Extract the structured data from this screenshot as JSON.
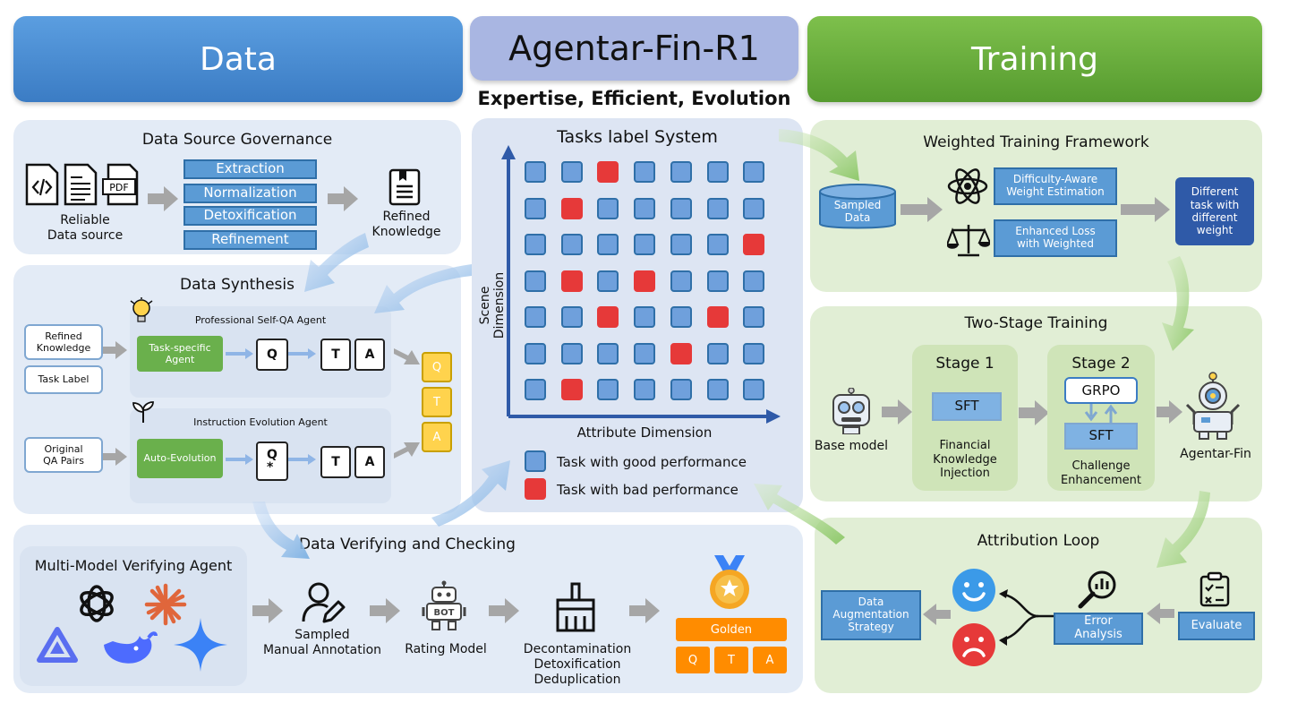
{
  "header": {
    "data": "Data",
    "main_title": "Agentar-Fin-R1",
    "tagline": "Expertise, Efficient, Evolution",
    "training": "Training"
  },
  "governance": {
    "title": "Data Source Governance",
    "source_label": "Reliable\nData source",
    "pdf": "PDF",
    "steps": [
      "Extraction",
      "Normalization",
      "Detoxification",
      "Refinement"
    ],
    "output_label": "Refined\nKnowledge"
  },
  "synthesis": {
    "title": "Data Synthesis",
    "inputs1": [
      "Refined\nKnowledge",
      "Task Label"
    ],
    "agent1_title": "Professional Self-QA Agent",
    "agent1_box": "Task-specific\nAgent",
    "q": "Q",
    "q_star": "Q\n*",
    "t": "T",
    "a": "A",
    "input2": "Original\nQA Pairs",
    "agent2_title": "Instruction Evolution Agent",
    "agent2_box": "Auto-Evolution",
    "stack": [
      "Q",
      "T",
      "A"
    ]
  },
  "tasks": {
    "title": "Tasks label System",
    "y_axis": "Scene Dimension",
    "x_axis": "Attribute Dimension",
    "legend_good": "Task with good performance",
    "legend_bad": "Task with bad performance",
    "grid": [
      [
        0,
        0,
        1,
        0,
        0,
        0,
        0
      ],
      [
        0,
        1,
        0,
        0,
        0,
        0,
        0
      ],
      [
        0,
        0,
        0,
        0,
        0,
        0,
        1
      ],
      [
        0,
        1,
        0,
        1,
        0,
        0,
        0
      ],
      [
        0,
        0,
        1,
        0,
        0,
        1,
        0
      ],
      [
        0,
        0,
        0,
        0,
        1,
        0,
        0
      ],
      [
        0,
        1,
        0,
        0,
        0,
        0,
        0
      ]
    ],
    "good_color": "#6fa0dc",
    "bad_color": "#e63939"
  },
  "verify": {
    "title": "Data Verifying and Checking",
    "agent_title": "Multi-Model Verifying Agent",
    "step1": "Sampled\nManual Annotation",
    "bot_text": "BOT",
    "step2": "Rating Model",
    "step3": "Decontamination\nDetoxification\nDeduplication",
    "golden": "Golden",
    "golden_items": [
      "Q",
      "T",
      "A"
    ]
  },
  "weighted": {
    "title": "Weighted Training Framework",
    "sampled": "Sampled\nData",
    "box1": "Difficulty-Aware\nWeight Estimation",
    "box2": "Enhanced Loss\nwith Weighted",
    "result": "Different\ntask with\ndifferent\nweight"
  },
  "two_stage": {
    "title": "Two-Stage Training",
    "base": "Base model",
    "stage1": "Stage 1",
    "sft": "SFT",
    "stage1_desc": "Financial\nKnowledge\nInjection",
    "stage2": "Stage 2",
    "grpo": "GRPO",
    "stage2_desc": "Challenge\nEnhancement",
    "output": "Agentar-Fin"
  },
  "attribution": {
    "title": "Attribution Loop",
    "aug": "Data\nAugmentation\nStrategy",
    "error": "Error\nAnalysis",
    "evaluate": "Evaluate"
  }
}
